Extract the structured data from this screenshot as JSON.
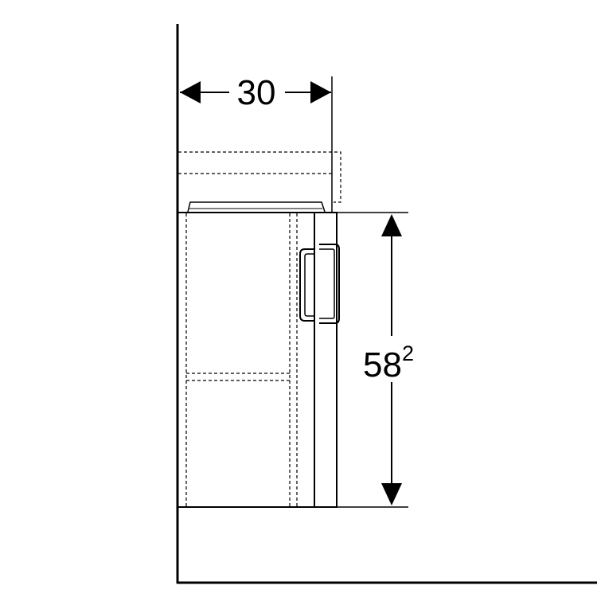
{
  "dimensions": {
    "width_label": "30",
    "height_label": "58",
    "height_superscript": "2"
  },
  "colors": {
    "line": "#000000",
    "background": "#ffffff"
  }
}
